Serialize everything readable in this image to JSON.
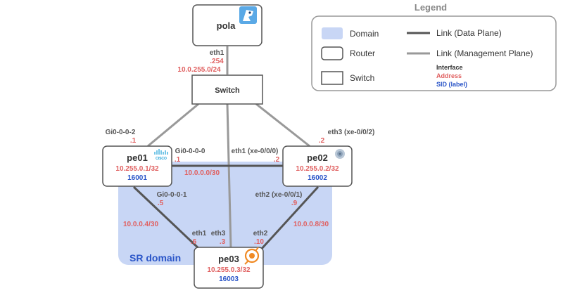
{
  "legend": {
    "title": "Legend",
    "domain": "Domain",
    "router": "Router",
    "switch": "Switch",
    "link_data": "Link (Data Plane)",
    "link_mgmt": "Link (Management Plane)",
    "interface": "Interface",
    "address": "Address",
    "sid": "SID (label)"
  },
  "domain": {
    "label": "SR domain",
    "color": "#c8d6f5"
  },
  "nodes": {
    "pola": {
      "name": "pola"
    },
    "switch": {
      "name": "Switch"
    },
    "pe01": {
      "name": "pe01",
      "address": "10.255.0.1/32",
      "sid": "16001"
    },
    "pe02": {
      "name": "pe02",
      "address": "10.255.0.2/32",
      "sid": "16002"
    },
    "pe03": {
      "name": "pe03",
      "address": "10.255.0.3/32",
      "sid": "16003"
    }
  },
  "links": {
    "pola_switch": {
      "iface": "eth1",
      "addr": ".254",
      "subnet": "10.0.255.0/24"
    },
    "switch_pe01": {
      "iface": "Gi0-0-0-2",
      "addr": ".1"
    },
    "switch_pe02": {
      "iface": "eth3 (xe-0/0/2)",
      "addr": ".2"
    },
    "switch_pe03": {
      "iface": "eth3",
      "addr": ".3"
    },
    "pe01_pe02": {
      "iface_a": "Gi0-0-0-0",
      "addr_a": ".1",
      "iface_b": "eth1 (xe-0/0/0)",
      "addr_b": ".2",
      "subnet": "10.0.0.0/30"
    },
    "pe01_pe03": {
      "iface_a": "Gi0-0-0-1",
      "addr_a": ".5",
      "iface_b": "eth1",
      "addr_b": ".6",
      "subnet": "10.0.0.4/30"
    },
    "pe02_pe03": {
      "iface_a": "eth2 (xe-0/0/1)",
      "addr_a": ".9",
      "iface_b": "eth2",
      "addr_b": ".10",
      "subnet": "10.0.0.8/30"
    }
  },
  "colors": {
    "data_link": "#555555",
    "mgmt_link": "#999999",
    "address": "#e06060",
    "sid": "#2a55c8"
  }
}
